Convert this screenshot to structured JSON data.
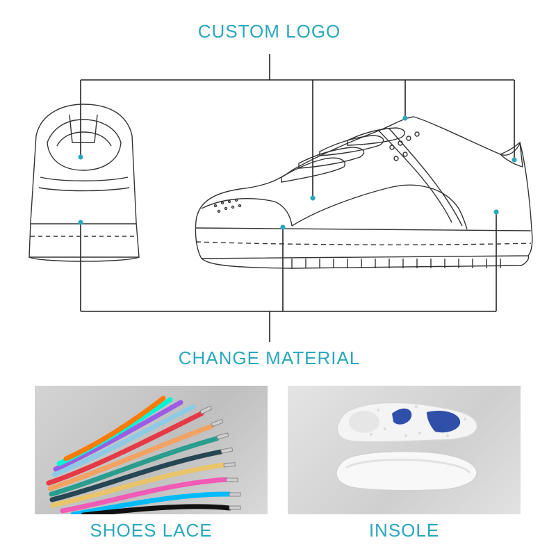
{
  "labels": {
    "custom_logo": "CUSTOM  LOGO",
    "change_material": "CHANGE MATERIAL",
    "shoes_lace": "SHOES LACE",
    "insole": "INSOLE"
  },
  "colors": {
    "accent": "#2aa7bd",
    "line": "#222222",
    "insole_gel": "#2f4fa8"
  },
  "icons": {
    "rear_shoe": "shoe-back-view-illustration",
    "side_shoe": "shoe-side-view-illustration",
    "laces_photo": "colorful-laces-photo",
    "insole_photo": "insole-photo"
  }
}
